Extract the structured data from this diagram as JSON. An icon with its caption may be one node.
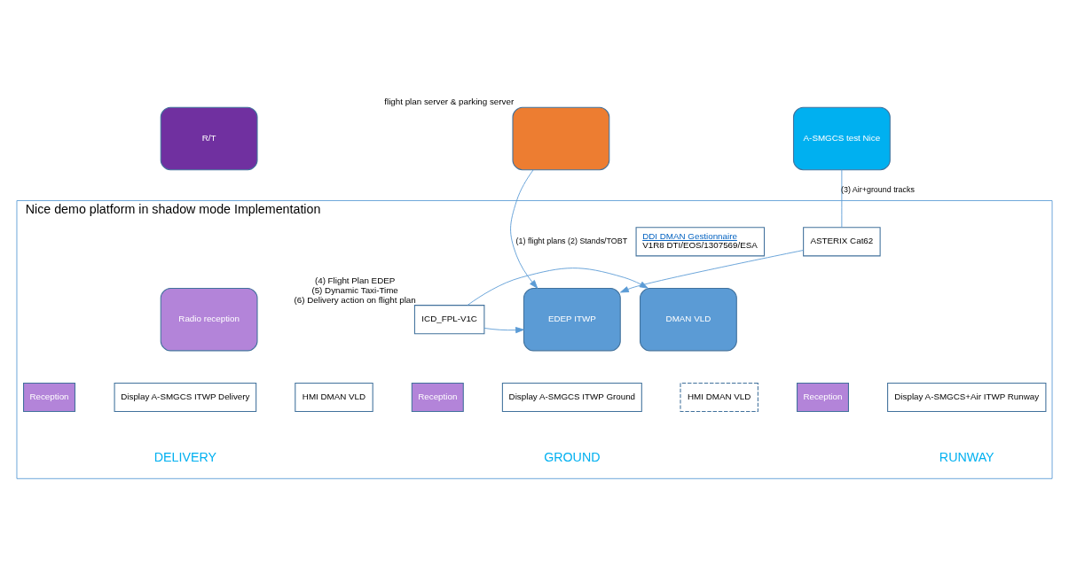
{
  "diagram": {
    "nodes": [
      {
        "text": [
          "R/T"
        ]
      },
      {
        "text": [],
        "shape": "box",
        "beside": [
          "flight plan server & parking server"
        ]
      },
      {
        "text": [
          "A-SMGCS test Nice"
        ]
      },
      {
        "text": [
          "Nice demo platform in shadow mode Implementation"
        ]
      },
      {
        "text": [
          "DDI DMAN Gestionnaire",
          "V1R8 DTI/EOS/1307569/ESA"
        ],
        "in": 3
      },
      {
        "text": [
          "ASTERIX Cat62"
        ],
        "in": 3
      },
      {
        "text": [
          "Radio reception"
        ],
        "in": 3
      },
      {
        "text": [
          "EDEP ITWP"
        ],
        "in": 3
      },
      {
        "text": [
          "ICD_FPL-V1C"
        ],
        "in": 3,
        "beside": [
          "(4) Flight Plan EDEP",
          "(5) Dynamic Taxi-Time",
          "(6) Delivery action on flight plan"
        ]
      },
      {
        "text": [
          "DMAN VLD"
        ],
        "in": 3
      },
      {
        "text": [
          "Reception"
        ],
        "in": 3
      },
      {
        "text": [
          "Display A-SMGCS ITWP Delivery"
        ],
        "in": 3
      },
      {
        "text": [
          "HMI DMAN VLD"
        ],
        "in": 3
      },
      {
        "text": [
          "Reception"
        ],
        "in": 3
      },
      {
        "text": [
          "Display A-SMGCS ITWP Ground"
        ],
        "in": 3
      },
      {
        "text": [
          "HMI DMAN VLD"
        ],
        "in": 3
      },
      {
        "text": [
          "Reception"
        ],
        "in": 3
      },
      {
        "text": [
          "Display A-SMGCS+Air ITWP Runway"
        ],
        "in": 3
      }
    ],
    "edges": [
      {
        "from": 1,
        "to": 7,
        "arrow": "to",
        "label": "(1) flight plans (2) Stands/TOBT"
      },
      {
        "from": 2,
        "to": 5,
        "arrow": "none",
        "label": "(3) Air+ground tracks"
      },
      {
        "from": 5,
        "to": 7,
        "arrow": "to"
      },
      {
        "from": 8,
        "to": 7,
        "arrow": "to"
      },
      {
        "from": 8,
        "to": 9,
        "arrow": "to"
      }
    ],
    "labels": [
      "DELIVERY",
      "GROUND",
      "RUNWAY"
    ]
  }
}
